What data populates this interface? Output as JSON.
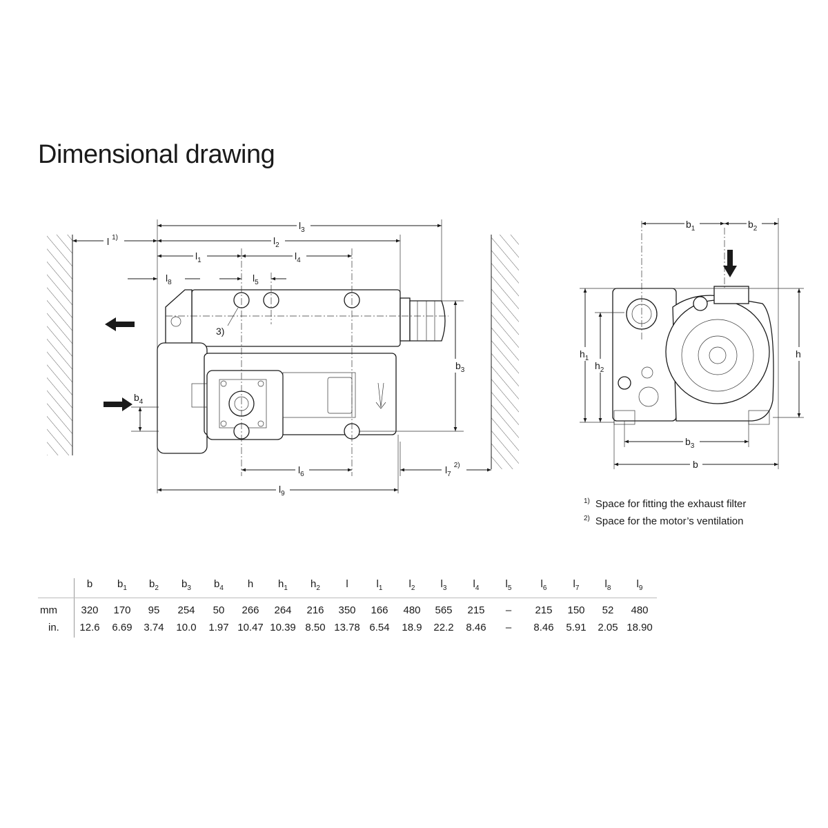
{
  "title": "Dimensional drawing",
  "side_view_labels": {
    "l3": {
      "main": "l",
      "sub": "3"
    },
    "l": {
      "main": "l",
      "sup": "1)"
    },
    "l2": {
      "main": "l",
      "sub": "2"
    },
    "l1": {
      "main": "l",
      "sub": "1"
    },
    "l4": {
      "main": "l",
      "sub": "4"
    },
    "l8": {
      "main": "l",
      "sub": "8"
    },
    "l5": {
      "main": "l",
      "sub": "5"
    },
    "b3": {
      "main": "b",
      "sub": "3"
    },
    "b4": {
      "main": "b",
      "sub": "4"
    },
    "l6": {
      "main": "l",
      "sub": "6"
    },
    "l7": {
      "main": "l",
      "sub": "7",
      "sup": "2)"
    },
    "l9": {
      "main": "l",
      "sub": "9"
    },
    "callout": "3)"
  },
  "front_view_labels": {
    "b1": {
      "main": "b",
      "sub": "1"
    },
    "b2": {
      "main": "b",
      "sub": "2"
    },
    "h1": {
      "main": "h",
      "sub": "1"
    },
    "h2": {
      "main": "h",
      "sub": "2"
    },
    "h": {
      "main": "h"
    },
    "b3": {
      "main": "b",
      "sub": "3"
    },
    "b": {
      "main": "b"
    }
  },
  "footnotes": [
    {
      "mark": "1)",
      "text": "Space for fitting the exhaust filter"
    },
    {
      "mark": "2)",
      "text": "Space for the motor’s ventilation"
    }
  ],
  "table": {
    "columns": [
      {
        "main": "b",
        "sub": ""
      },
      {
        "main": "b",
        "sub": "1"
      },
      {
        "main": "b",
        "sub": "2"
      },
      {
        "main": "b",
        "sub": "3"
      },
      {
        "main": "b",
        "sub": "4"
      },
      {
        "main": "h",
        "sub": ""
      },
      {
        "main": "h",
        "sub": "1"
      },
      {
        "main": "h",
        "sub": "2"
      },
      {
        "main": "l",
        "sub": ""
      },
      {
        "main": "l",
        "sub": "1"
      },
      {
        "main": "l",
        "sub": "2"
      },
      {
        "main": "l",
        "sub": "3"
      },
      {
        "main": "l",
        "sub": "4"
      },
      {
        "main": "l",
        "sub": "5"
      },
      {
        "main": "l",
        "sub": "6"
      },
      {
        "main": "l",
        "sub": "7"
      },
      {
        "main": "l",
        "sub": "8"
      },
      {
        "main": "l",
        "sub": "9"
      }
    ],
    "rows": [
      {
        "unit": "mm",
        "values": [
          "320",
          "170",
          "95",
          "254",
          "50",
          "266",
          "264",
          "216",
          "350",
          "166",
          "480",
          "565",
          "215",
          "–",
          "215",
          "150",
          "52",
          "480"
        ]
      },
      {
        "unit": "in.",
        "values": [
          "12.6",
          "6.69",
          "3.74",
          "10.0",
          "1.97",
          "10.47",
          "10.39",
          "8.50",
          "13.78",
          "6.54",
          "18.9",
          "22.2",
          "8.46",
          "–",
          "8.46",
          "5.91",
          "2.05",
          "18.90"
        ]
      }
    ]
  }
}
